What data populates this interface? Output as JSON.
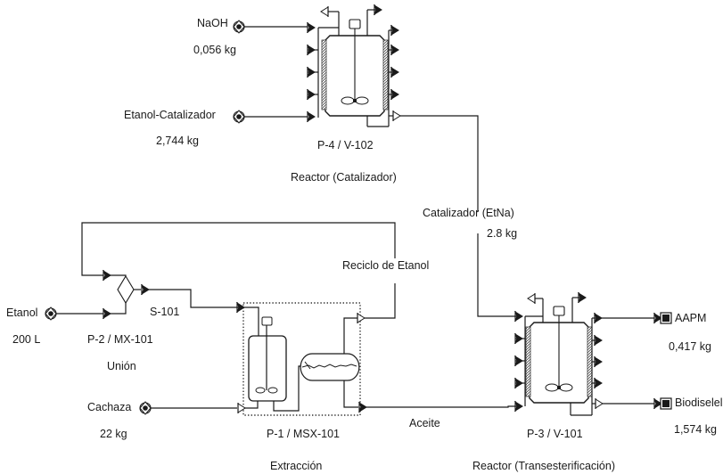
{
  "diagram": {
    "title": "Biodiesel production process flow diagram",
    "units": [
      {
        "id": "P-4 / V-102",
        "name": "Reactor (Catalizador)",
        "type": "stirred-tank-reactor"
      },
      {
        "id": "P-2 / MX-101",
        "name": "Unión",
        "type": "mixer"
      },
      {
        "id": "P-1 / MSX-101",
        "name": "Extracción",
        "type": "mixer-settler"
      },
      {
        "id": "P-3 / V-101",
        "name": "Reactor (Transesterificación)",
        "type": "stirred-tank-reactor"
      }
    ],
    "inputs": [
      {
        "name": "NaOH",
        "amount": "0,056 kg",
        "to": "P-4 / V-102"
      },
      {
        "name": "Etanol-Catalizador",
        "amount": "2,744 kg",
        "to": "P-4 / V-102"
      },
      {
        "name": "Etanol",
        "amount": "200 L",
        "to": "P-2 / MX-101"
      },
      {
        "name": "Cachaza",
        "amount": "22 kg",
        "to": "P-1 / MSX-101"
      }
    ],
    "outputs": [
      {
        "name": "AAPM",
        "amount": "0,417 kg",
        "from": "P-3 / V-101"
      },
      {
        "name": "Biodiselel",
        "amount": "1,574 kg",
        "from": "P-3 / V-101"
      }
    ],
    "streams": [
      {
        "name": "Catalizador (EtNa)",
        "amount": "2.8 kg",
        "from": "P-4 / V-102",
        "to": "P-3 / V-101"
      },
      {
        "name": "S-101",
        "from": "P-2 / MX-101",
        "to": "P-1 / MSX-101"
      },
      {
        "name": "Reciclo de Etanol",
        "from": "P-1 / MSX-101",
        "to": "P-2 / MX-101"
      },
      {
        "name": "Aceite",
        "from": "P-1 / MSX-101",
        "to": "P-3 / V-101"
      }
    ]
  },
  "labels": {
    "naoh": "NaOH",
    "naoh_amt": "0,056 kg",
    "etcat": "Etanol-Catalizador",
    "etcat_amt": "2,744 kg",
    "p4_id": "P-4 / V-102",
    "p4_name": "Reactor (Catalizador)",
    "cat_stream": "Catalizador (EtNa)",
    "cat_amt": "2.8 kg",
    "reciclo": "Reciclo de Etanol",
    "etanol": "Etanol",
    "etanol_amt": "200 L",
    "s101": "S-101",
    "p2_id": "P-2 / MX-101",
    "p2_name": "Unión",
    "cachaza": "Cachaza",
    "cachaza_amt": "22 kg",
    "p1_id": "P-1 / MSX-101",
    "p1_name": "Extracción",
    "aceite": "Aceite",
    "p3_id": "P-3 / V-101",
    "p3_name": "Reactor (Transesterificación)",
    "aapm": "AAPM",
    "aapm_amt": "0,417 kg",
    "biodiesel": "Biodiselel",
    "biodiesel_amt": "1,574 kg"
  }
}
